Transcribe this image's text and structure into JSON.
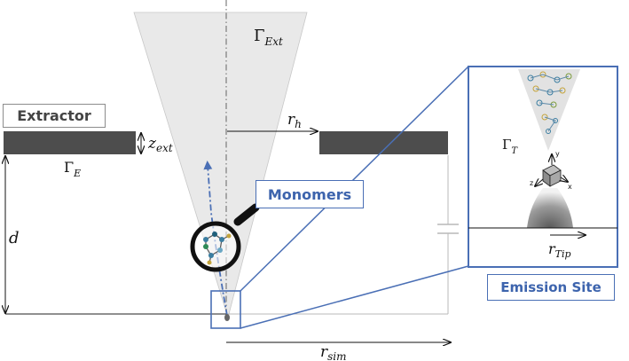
{
  "labels": {
    "extractor": "Extractor",
    "monomers": "Monomers",
    "emission_site": "Emission Site"
  },
  "symbols": {
    "gamma_ext": {
      "base": "Γ",
      "sub": "Ext"
    },
    "gamma_e": {
      "base": "Γ",
      "sub": "E"
    },
    "gamma_t": {
      "base": "Γ",
      "sub": "T"
    },
    "z_ext": {
      "base": "z",
      "sub": "ext"
    },
    "r_h": {
      "base": "r",
      "sub": "h"
    },
    "d": {
      "base": "d",
      "sub": ""
    },
    "r_sim": {
      "base": "r",
      "sub": "sim"
    },
    "r_tip": {
      "base": "r",
      "sub": "Tip"
    }
  },
  "axes_triad": {
    "x": "x",
    "y": "y",
    "z": "z"
  },
  "colors": {
    "accent_blue": "#4a6fb5",
    "extractor_fill": "#4d4d4d",
    "cone_fill": "#e9e9e9"
  },
  "icons": {
    "magnifier": "magnifier-icon",
    "molecule": "molecule-icon",
    "axes": "axes-triad-icon"
  }
}
